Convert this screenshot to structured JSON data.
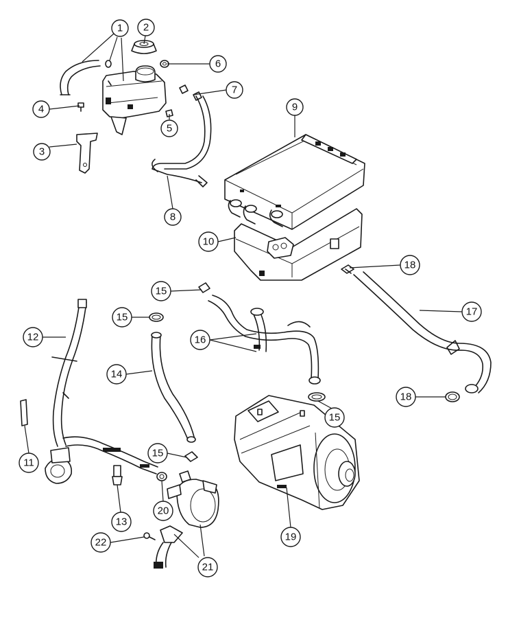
{
  "callouts": [
    {
      "id": "c1",
      "label": "1"
    },
    {
      "id": "c2",
      "label": "2"
    },
    {
      "id": "c3",
      "label": "3"
    },
    {
      "id": "c4",
      "label": "4"
    },
    {
      "id": "c5",
      "label": "5"
    },
    {
      "id": "c6",
      "label": "6"
    },
    {
      "id": "c7",
      "label": "7"
    },
    {
      "id": "c8",
      "label": "8"
    },
    {
      "id": "c9",
      "label": "9"
    },
    {
      "id": "c10",
      "label": "10"
    },
    {
      "id": "c11",
      "label": "11"
    },
    {
      "id": "c12",
      "label": "12"
    },
    {
      "id": "c13",
      "label": "13"
    },
    {
      "id": "c14",
      "label": "14"
    },
    {
      "id": "c15a",
      "label": "15"
    },
    {
      "id": "c15b",
      "label": "15"
    },
    {
      "id": "c15c",
      "label": "15"
    },
    {
      "id": "c15d",
      "label": "15"
    },
    {
      "id": "c16",
      "label": "16"
    },
    {
      "id": "c17",
      "label": "17"
    },
    {
      "id": "c18a",
      "label": "18"
    },
    {
      "id": "c18b",
      "label": "18"
    },
    {
      "id": "c19",
      "label": "19"
    },
    {
      "id": "c20",
      "label": "20"
    },
    {
      "id": "c21",
      "label": "21"
    },
    {
      "id": "c22",
      "label": "22"
    }
  ]
}
